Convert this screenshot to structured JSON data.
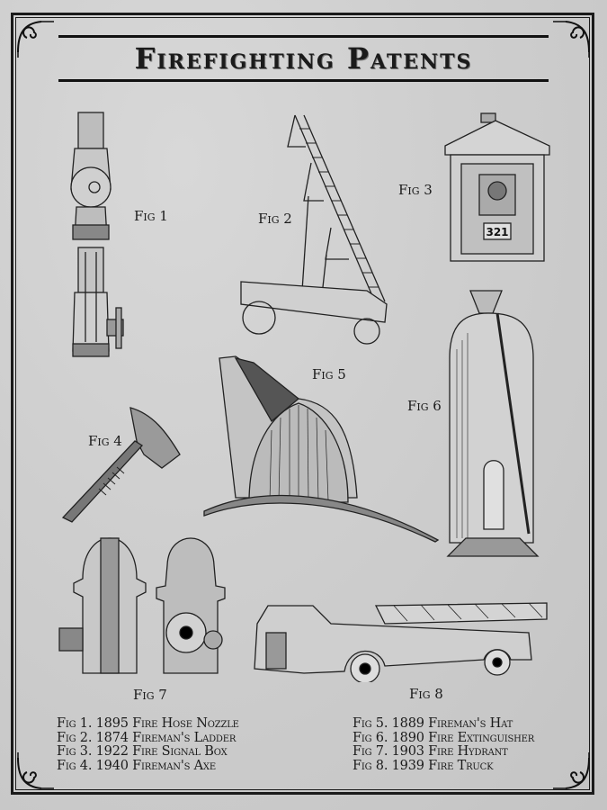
{
  "poster": {
    "title": "Firefighting Patents",
    "colors": {
      "ink": "#1a1a1a",
      "paper": "#cfcfcf"
    },
    "figures": [
      {
        "label": "Fig 1",
        "subject": "fire-hose-nozzle"
      },
      {
        "label": "Fig 2",
        "subject": "firemans-ladder"
      },
      {
        "label": "Fig 3",
        "subject": "fire-signal-box",
        "box_number": "321"
      },
      {
        "label": "Fig 4",
        "subject": "firemans-axe"
      },
      {
        "label": "Fig 5",
        "subject": "firemans-hat"
      },
      {
        "label": "Fig 6",
        "subject": "fire-extinguisher"
      },
      {
        "label": "Fig 7",
        "subject": "fire-hydrant"
      },
      {
        "label": "Fig 8",
        "subject": "fire-truck"
      }
    ],
    "captions_left": [
      "Fig 1. 1895 Fire Hose Nozzle",
      "Fig 2. 1874 Fireman's Ladder",
      "Fig 3. 1922 Fire Signal Box",
      "Fig 4. 1940 Fireman's Axe"
    ],
    "captions_right": [
      "Fig 5. 1889 Fireman's Hat",
      "Fig 6. 1890 Fire Extinguisher",
      "Fig 7. 1903 Fire Hydrant",
      "Fig 8. 1939 Fire Truck"
    ]
  }
}
